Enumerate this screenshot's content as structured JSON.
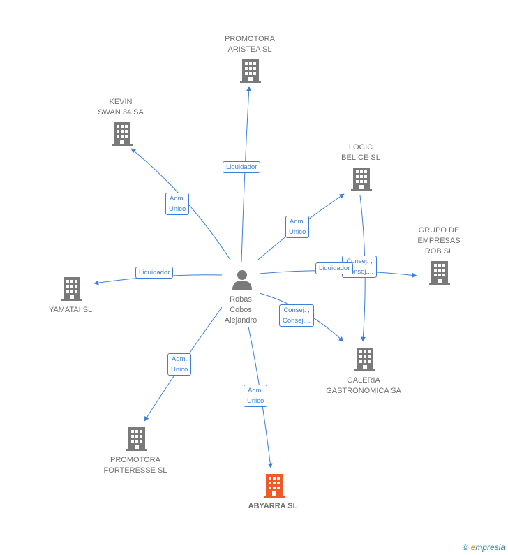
{
  "center": {
    "name": "Robas\nCobos\nAlejandro"
  },
  "companies": {
    "promotora_aristea": {
      "name": "PROMOTORA\nARISTEA SL"
    },
    "kevin_swan": {
      "name": "KEVIN\nSWAN 34 SA"
    },
    "logic_belice": {
      "name": "LOGIC\nBELICE SL"
    },
    "grupo_empresas_rob": {
      "name": "GRUPO DE\nEMPRESAS\nROB  SL"
    },
    "yamatai": {
      "name": "YAMATAI  SL"
    },
    "galeria_gastronomica": {
      "name": "GALERIA\nGASTRONOMICA SA"
    },
    "promotora_forteresse": {
      "name": "PROMOTORA\nFORTERESSE SL"
    },
    "abyarra": {
      "name": "ABYARRA  SL"
    }
  },
  "edges": {
    "aristea": "Liquidador",
    "kevin": "Adm.\nUnico",
    "logic": "Adm.\nUnico",
    "grupo": "Liquidador",
    "logic_galeria": "Consej. ,\nConsej....",
    "yamatai": "Liquidador",
    "galeria": "Consej. ,\nConsej....",
    "forteresse": "Adm.\nUnico",
    "abyarra": "Adm.\nUnico"
  },
  "colors": {
    "edge": "#3d7fd6",
    "building": "#7a7a7a",
    "building_highlight": "#f05a28",
    "person": "#7a7a7a"
  },
  "footer": {
    "copyright": "©",
    "brand_initial": "e",
    "brand_rest": "mpresia"
  }
}
